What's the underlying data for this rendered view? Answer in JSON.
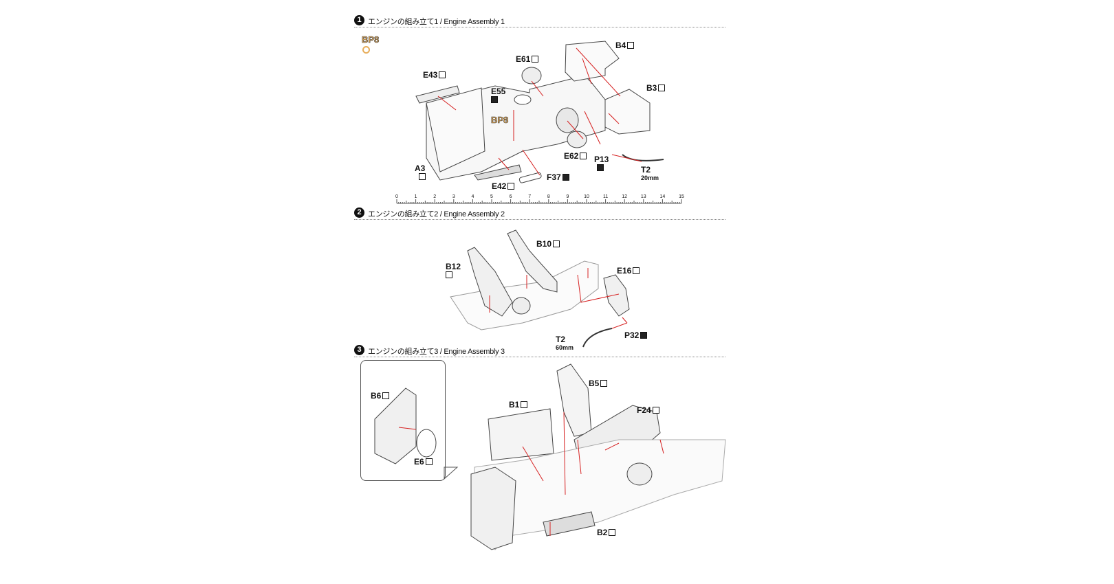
{
  "steps": [
    {
      "number": "1",
      "title": "エンジンの組み立て1 / Engine Assembly 1"
    },
    {
      "number": "2",
      "title": "エンジンの組み立て2 / Engine Assembly 2"
    },
    {
      "number": "3",
      "title": "エンジンの組み立て3 / Engine Assembly 3"
    }
  ],
  "step1": {
    "legend_part": "BP8",
    "parts": {
      "B4": "B4",
      "E61": "E61",
      "E43": "E43",
      "E55": "E55",
      "B3": "B3",
      "BP8": "BP8",
      "E62": "E62",
      "P13": "P13",
      "A3": "A3",
      "F37": "F37",
      "E42": "E42",
      "T2": "T2",
      "T2_length": "20mm"
    }
  },
  "ruler": {
    "ticks": [
      "0",
      "1",
      "2",
      "3",
      "4",
      "5",
      "6",
      "7",
      "8",
      "9",
      "10",
      "11",
      "12",
      "13",
      "14",
      "15"
    ]
  },
  "step2": {
    "parts": {
      "B10": "B10",
      "B12": "B12",
      "E16": "E16",
      "T2": "T2",
      "T2_length": "60mm",
      "P32": "P32"
    }
  },
  "step3": {
    "parts": {
      "B6": "B6",
      "E6": "E6",
      "B1": "B1",
      "B5": "B5",
      "F24": "F24",
      "B2": "B2"
    }
  },
  "colors": {
    "arrow": "#d62020",
    "bp_part": "#e7ad5a",
    "line": "#333333"
  }
}
